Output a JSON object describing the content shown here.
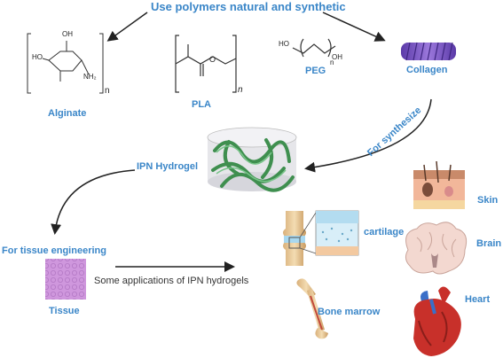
{
  "title": "Use polymers natural and synthetic",
  "polymers": {
    "alginate": "Alginate",
    "alginate_sub": "n",
    "alginate_atoms": [
      "OH",
      "HO",
      "NH₂"
    ],
    "pla": "PLA",
    "pla_sub": "n",
    "pla_atom_o": "O",
    "peg": "PEG",
    "peg_atoms": [
      "HO",
      "OH"
    ],
    "peg_sub": "n",
    "collagen": "Collagen"
  },
  "for_synthesize": "For synthesize",
  "ipn_hydrogel": "IPN Hydrogel",
  "for_tissue_engineering": "For tissue engineering",
  "tissue": "Tissue",
  "applications_text": "Some applications of IPN hydrogels",
  "organs": {
    "cartilage": "cartilage",
    "skin": "Skin",
    "brain": "Brain",
    "bone_marrow": "Bone marrow",
    "heart": "Heart"
  },
  "colors": {
    "label_blue": "#3a86c8",
    "collagen_purple": "#7a4fc4",
    "hydrogel_green": "#3f8f4f",
    "tissue_pink": "#c88ad4"
  }
}
